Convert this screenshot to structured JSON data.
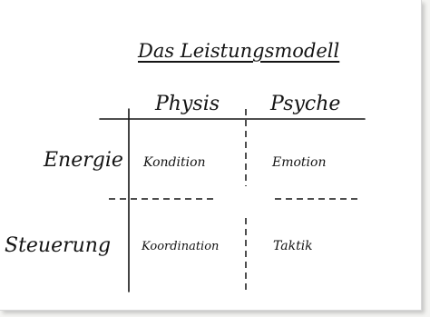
{
  "title": "Das Leistungsmodell",
  "columns": [
    "Physis",
    "Psyche"
  ],
  "rows": [
    {
      "label": "Energie",
      "cells": [
        "Kondition",
        "Emotion"
      ]
    },
    {
      "label": "Steuerung",
      "cells": [
        "Koordination",
        "Taktik"
      ]
    }
  ],
  "colors": {
    "ink": "#141414",
    "paper": "#ffffff",
    "background": "#f4f4f2"
  }
}
